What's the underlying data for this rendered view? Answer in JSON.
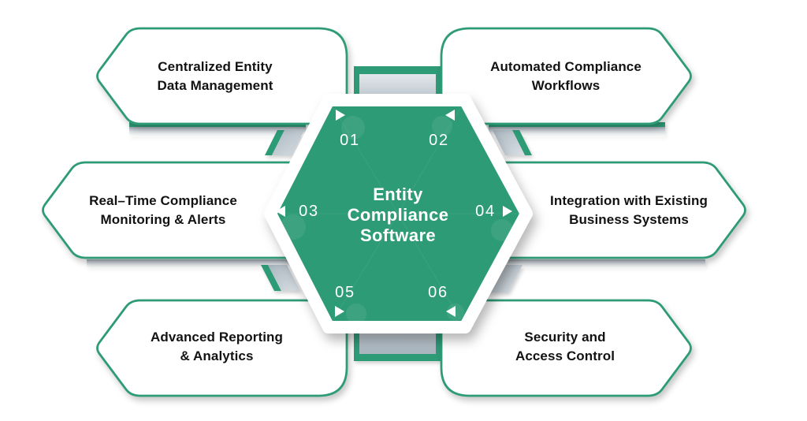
{
  "diagram": {
    "center": {
      "title": "Entity\nCompliance\nSoftware"
    },
    "items": [
      {
        "number": "01",
        "label": "Centralized Entity\nData Management",
        "position": "top-left",
        "arrow": "right"
      },
      {
        "number": "02",
        "label": "Automated Compliance\nWorkflows",
        "position": "top-right",
        "arrow": "left"
      },
      {
        "number": "03",
        "label": "Real–Time Compliance\nMonitoring & Alerts",
        "position": "middle-left",
        "arrow": "left"
      },
      {
        "number": "04",
        "label": "Integration with Existing\nBusiness Systems",
        "position": "middle-right",
        "arrow": "right"
      },
      {
        "number": "05",
        "label": "Advanced Reporting\n& Analytics",
        "position": "bottom-left",
        "arrow": "right"
      },
      {
        "number": "06",
        "label": "Security and\nAccess Control",
        "position": "bottom-right",
        "arrow": "left"
      }
    ],
    "colors": {
      "green": "#2F9B77",
      "ribbon_gray": "#AAB6BF",
      "background": "#FFFFFF",
      "label_text": "#121212",
      "center_text": "#FFFFFF"
    }
  }
}
